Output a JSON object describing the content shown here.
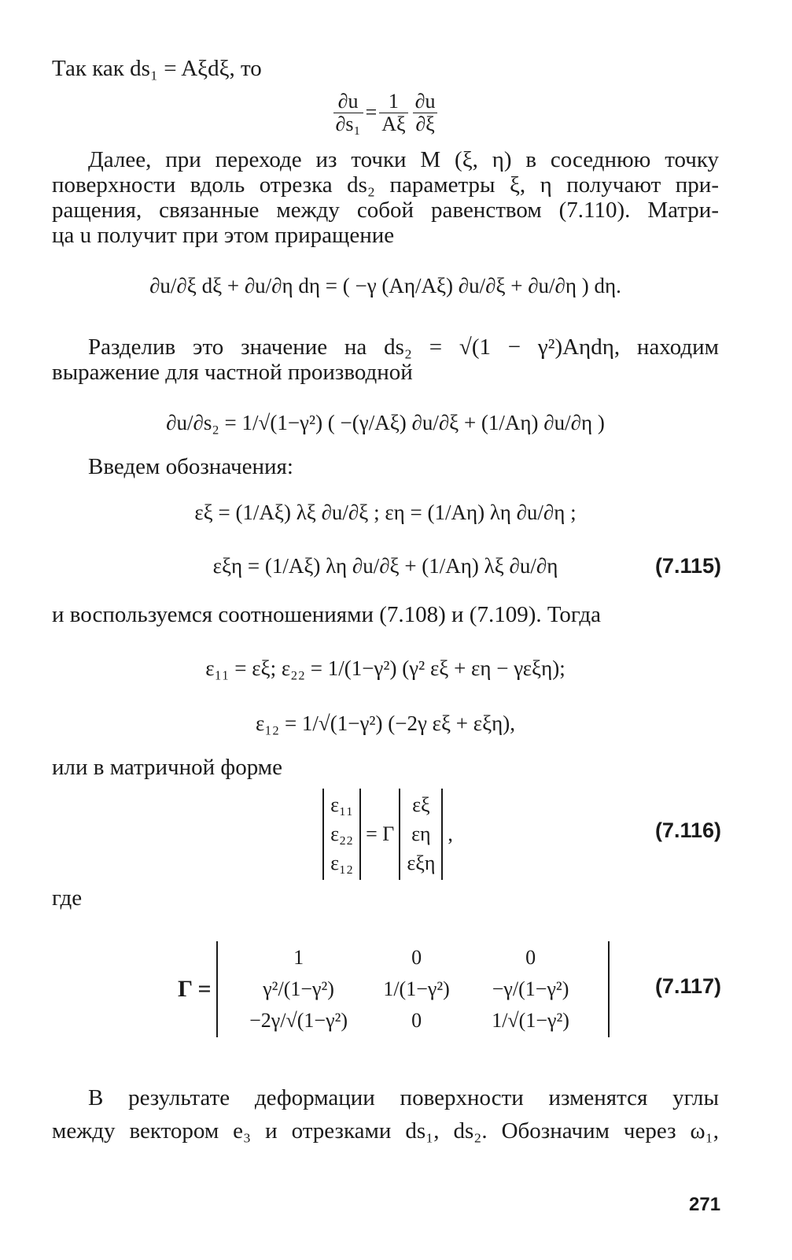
{
  "page": {
    "line_intro": "Так как ds₁ = Aξdξ, то",
    "eq_dus1": {
      "lhs_num": "∂u",
      "lhs_den": "∂s₁",
      "eq": "=",
      "c_num": "1",
      "c_den": "Aξ",
      "r_num": "∂u",
      "r_den": "∂ξ"
    },
    "para1": [
      "Далее, при переходе из точки M (ξ, η) в соседнюю точку",
      "поверхности вдоль отрезка ds₂ параметры ξ, η получают при-",
      "ращения, связанные между собой равенством (7.110). Матри-",
      "ца u получит при этом приращение"
    ],
    "eq_incr": "∂u/∂ξ dξ + ∂u/∂η dη = ( −γ (Aη/Aξ) ∂u/∂ξ + ∂u/∂η ) dη.",
    "para2": [
      "Разделив это значение на ds₂ = √(1 − γ²)Aηdη, находим",
      "выражение для частной производной"
    ],
    "eq_dus2": "∂u/∂s₂ = 1/√(1−γ²) ( −(γ/Aξ) ∂u/∂ξ + (1/Aη) ∂u/∂η )",
    "line_vvedem": "Введем обозначения:",
    "eq_eps1": "εξ = (1/Aξ) λξ ∂u/∂ξ ;   εη = (1/Aη) λη ∂u/∂η ;",
    "eq_eps2": "εξη = (1/Aξ) λη ∂u/∂ξ + (1/Aη) λξ ∂u/∂η",
    "eqnum_115": "(7.115)",
    "line_ispolz": "и воспользуемся соотношениями (7.108) и (7.109). Тогда",
    "eq_e11": "ε₁₁ = εξ;   ε₂₂ = 1/(1−γ²) (γ² εξ + εη − γεξη);",
    "eq_e12": "ε₁₂ = 1/√(1−γ²) (−2γ εξ + εξη),",
    "line_matr": "или в матричной форме",
    "vec_left": [
      "ε₁₁",
      "ε₂₂",
      "ε₁₂"
    ],
    "vec_mid": "= Γ",
    "vec_right": [
      "εξ",
      "εη",
      "εξη"
    ],
    "vec_comma": ",",
    "eqnum_116": "(7.116)",
    "line_gde": "где",
    "gamma_lhs": "Γ =",
    "gamma_matrix": [
      [
        "1",
        "0",
        "0"
      ],
      [
        "γ²/(1−γ²)",
        "1/(1−γ²)",
        "−γ/(1−γ²)"
      ],
      [
        "−2γ/√(1−γ²)",
        "0",
        "1/√(1−γ²)"
      ]
    ],
    "eqnum_117": "(7.117)",
    "para3": [
      "В результате деформации поверхности изменятся углы",
      "между вектором e₃ и отрезками ds₁, ds₂. Обозначим через ω₁,"
    ],
    "page_number": "271"
  }
}
